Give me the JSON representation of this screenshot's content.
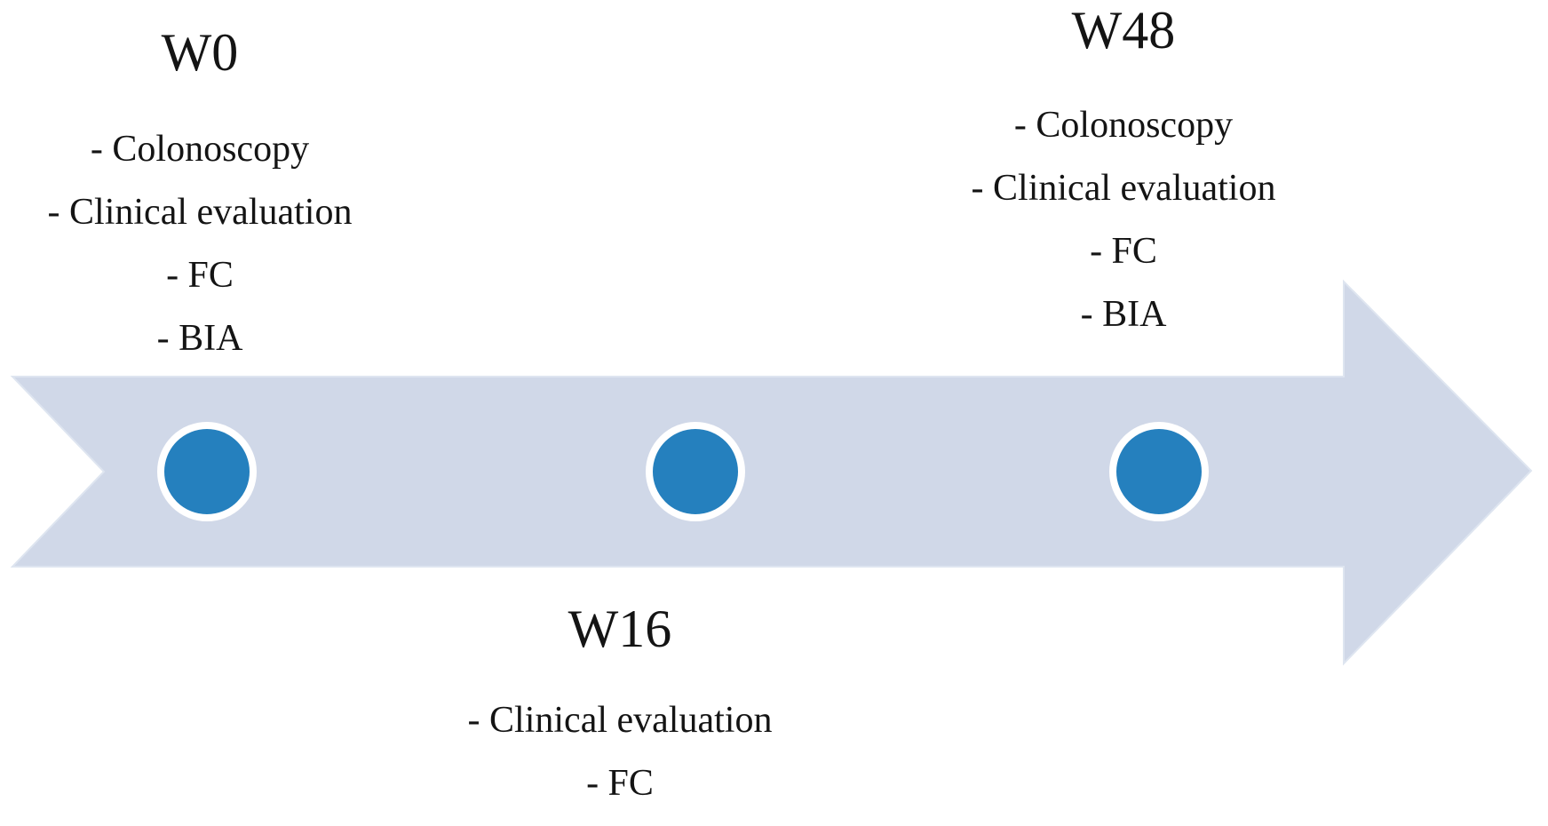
{
  "figure": {
    "type": "study-timeline-arrow",
    "arrow_fill": "#D0D8E8",
    "arrow_edge": "#DEE5F0",
    "marker_fill": "#2580BE",
    "marker_ring": "#FFFFFF",
    "text_color": "#141414",
    "timepoints": [
      {
        "label": "W0",
        "assessments": [
          "- Colonoscopy",
          "- Clinical evaluation",
          "- FC",
          "- BIA"
        ],
        "list_position": "above"
      },
      {
        "label": "W16",
        "assessments": [
          "- Clinical evaluation",
          "- FC"
        ],
        "list_position": "below"
      },
      {
        "label": "W48",
        "assessments": [
          "- Colonoscopy",
          "- Clinical evaluation",
          "- FC",
          "- BIA"
        ],
        "list_position": "above"
      }
    ]
  }
}
